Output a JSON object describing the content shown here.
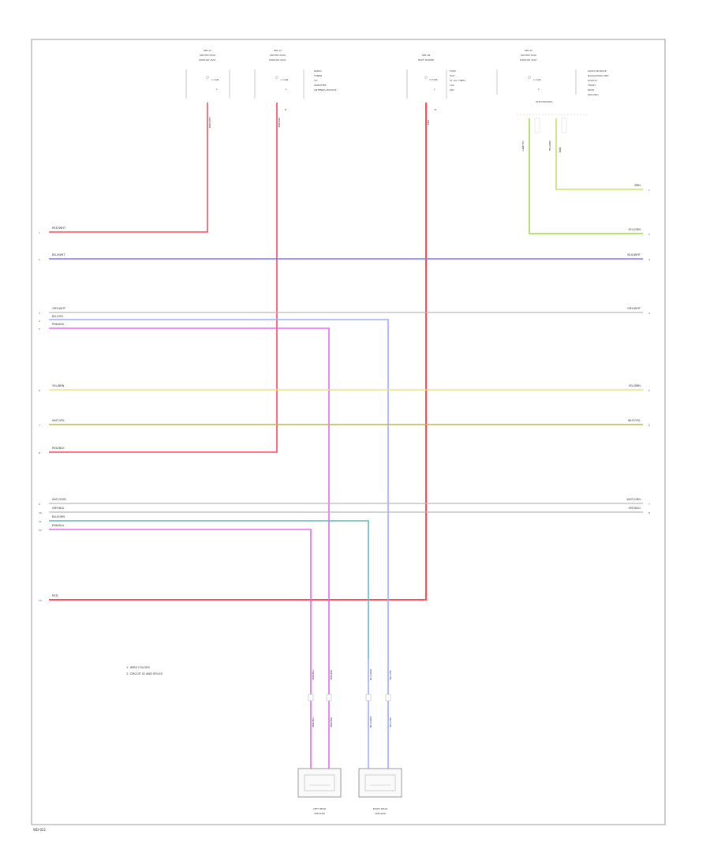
{
  "diagram": {
    "colors": {
      "red": "#ff4d5e",
      "pink": "#ff8fa6",
      "blue": "#7b7bff",
      "lightblue": "#9aaeff",
      "gray": "#b9b9b9",
      "magenta": "#e46cf0",
      "yellow": "#e6e67a",
      "olive": "#b8b84a",
      "green": "#9fd84f",
      "lime": "#c7e06e",
      "teal": "#5fb8c0",
      "box": "#999999"
    },
    "notes": {
      "line1": "1. WIRE COLORS",
      "line2": "2. CIRCUIT ID AND SPLICE"
    },
    "footer": "WD-021",
    "components": {
      "left_rear": {
        "line1": "LEFT REAR",
        "line2": "SPEAKER"
      },
      "right_rear": {
        "line1": "RIGHT REAR",
        "line2": "SPEAKER"
      }
    },
    "top_connectors": [
      {
        "id": "A",
        "title1": "SEE 2A",
        "title2": "PROTECTION",
        "title3": "MODULE ASSY",
        "pin": "1  CAN",
        "pin2": "L",
        "wire": "RED/WHT"
      },
      {
        "id": "B",
        "title1": "SEE 2A",
        "title2": "PROTECTION",
        "title3": "MODULE ASSY",
        "pin": "1  CAN",
        "pin2": "L",
        "wire": "PNK/BLK"
      },
      {
        "id": "C",
        "title1": "SEE 2B",
        "title2": "BATT POWER",
        "title3": "",
        "pin": "1  FUSE",
        "pin2": "L",
        "wire": "RED"
      },
      {
        "id": "D",
        "title1": "SEE 2C",
        "title2": "PROTECTION",
        "title3": "MODULE ASSY",
        "pin": "1  CAN",
        "pin2": "L",
        "wire": "GRN/YEL"
      }
    ],
    "side_text_b": [
      "RADIO",
      "TUNER",
      "CD",
      "AMPLIFIER",
      "ANTENNA MODULE"
    ],
    "side_text_c": [
      "FUSE",
      "HOT",
      "AT ALL TIMES",
      "10A",
      "IGN"
    ],
    "side_text_d": [
      "AUDIO MODULE",
      "NAVIGATION UNIT",
      "DISPLAY",
      "FRONT",
      "REAR",
      "GROUND"
    ],
    "splice_label": "ELECTRONICS",
    "left_labels": [
      "RED/WHT",
      "BLU/WHT",
      "GRY/WHT",
      "BLU/YEL",
      "PNK/BLK",
      "YEL/BRN",
      "WHT/YEL",
      "RED/BLK",
      "WHT/GRN",
      "GRY/BLU",
      "BLU/GRN",
      "PNK/BLU",
      "RED"
    ],
    "right_labels": [
      "BRN",
      "YEL/GRN",
      "BLU/WHT",
      "GRY/WHT",
      "YEL/BRN",
      "WHT/YEL",
      "WHT/GRN",
      "GRY/BLU"
    ],
    "row_numbers": [
      "1",
      "2",
      "3",
      "4",
      "5",
      "6",
      "7",
      "8",
      "9",
      "10",
      "11",
      "12",
      "13"
    ],
    "right_numbers": [
      "1",
      "2",
      "3",
      "4",
      "5",
      "6",
      "7",
      "8"
    ],
    "vert_labels": [
      "RED/WHT",
      "PNK/BLK",
      "RED",
      "GRN/YEL",
      "YEL/GRN",
      "BRN"
    ],
    "speaker_wires": [
      "PNK/BLU",
      "PNK/BLK",
      "BLU/GRN",
      "BLU/YEL"
    ]
  }
}
